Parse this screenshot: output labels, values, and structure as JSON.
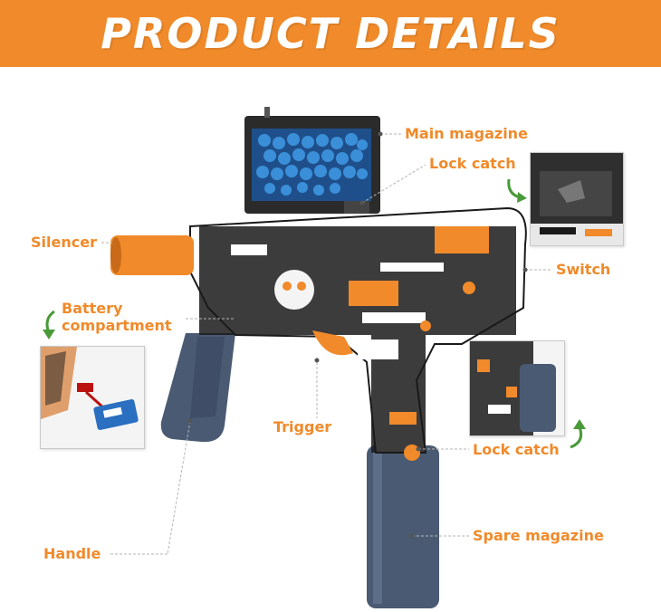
{
  "header": {
    "title": "PRODUCT DETAILS"
  },
  "labels": {
    "main_magazine": "Main magazine",
    "lock_catch_top": "Lock catch",
    "silencer": "Silencer",
    "switch": "Switch",
    "battery_line1": "Battery",
    "battery_line2": "compartment",
    "trigger": "Trigger",
    "lock_catch_bottom": "Lock catch",
    "handle": "Handle",
    "spare_magazine": "Spare magazine"
  },
  "colors": {
    "accent": "#f08a2a",
    "gun_body": "#ffffff",
    "graffiti": "#1a1a1a",
    "grip": "#4a5a72",
    "beads": "#3a8fd8",
    "arrow": "#4a9a3a"
  },
  "icons": [
    "curved-arrow-icon"
  ]
}
